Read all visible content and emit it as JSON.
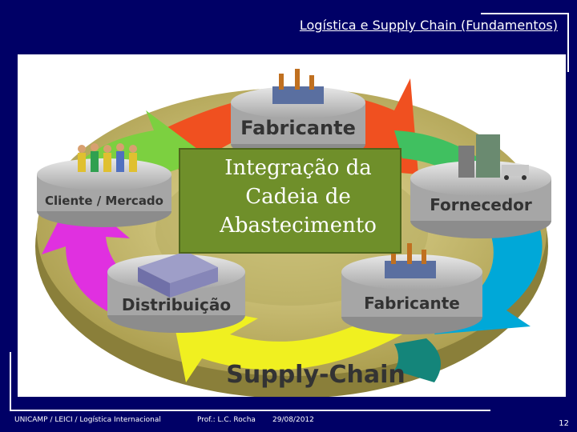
{
  "slide": {
    "title": "Logística e Supply Chain (Fundamentos)",
    "center_lines": [
      "Integração da",
      "Cadeia de",
      "Abastecimento"
    ],
    "nodes": {
      "top": "Fabricante",
      "right": "Fornecedor",
      "bottom_right": "Fabricante",
      "bottom_left": "Distribuição",
      "left": "Cliente / Mercado"
    },
    "ring_label": "Supply-Chain"
  },
  "footer": {
    "org": "UNICAMP / LEICI / Logística Internacional",
    "author": "Prof.: L.C. Rocha",
    "date": "29/08/2012",
    "page": "12"
  },
  "colors": {
    "background": "#000066",
    "ring": "#c7bc72",
    "center_box": "#6f8f2a",
    "arrow_top": "#f05020",
    "arrow_left": "#7cd040",
    "arrow_bottom_left": "#e030e0",
    "arrow_bottom": "#f0f020",
    "arrow_right": "#00a8d8",
    "node_disk": "#bdbdbd"
  }
}
